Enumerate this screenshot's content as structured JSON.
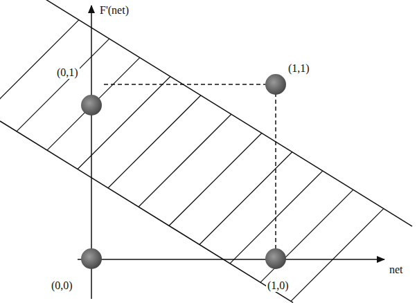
{
  "diagram": {
    "labels": [
      "F'(net)",
      "net",
      "(0,1)",
      "(1,1)",
      "(0,0)",
      "(1,0)"
    ]
  }
}
